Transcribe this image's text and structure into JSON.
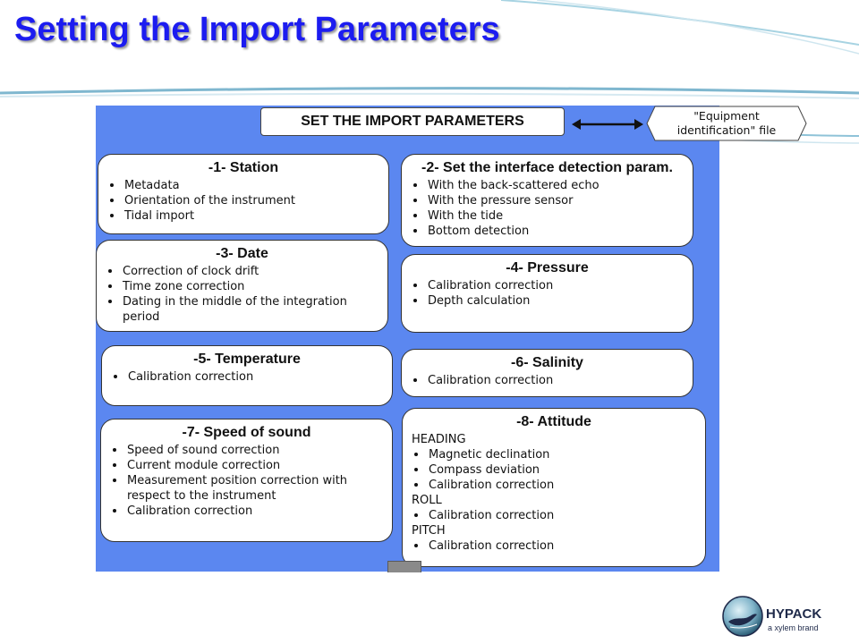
{
  "slide": {
    "title": "Setting the Import Parameters"
  },
  "diagram": {
    "header": "SET THE IMPORT PARAMETERS",
    "file_label_line1": "\"Equipment",
    "file_label_line2": "identification\" file",
    "boxes": [
      {
        "title": "-1- Station",
        "items": [
          "Metadata",
          "Orientation of the instrument",
          "Tidal import"
        ]
      },
      {
        "title": "-2- Set the interface detection param.",
        "items": [
          "With the back-scattered echo",
          "With the pressure sensor",
          "With the tide",
          "Bottom detection"
        ]
      },
      {
        "title": "-3- Date",
        "items": [
          "Correction of clock drift",
          "Time zone correction",
          "Dating in the middle of the integration period"
        ]
      },
      {
        "title": "-4- Pressure",
        "items": [
          "Calibration correction",
          "Depth calculation"
        ]
      },
      {
        "title": "-5- Temperature",
        "items": [
          "Calibration correction"
        ]
      },
      {
        "title": "-6- Salinity",
        "items": [
          "Calibration correction"
        ]
      },
      {
        "title": "-7- Speed of sound",
        "items": [
          "Speed of sound correction",
          "Current module correction",
          "Measurement position correction with respect to the instrument",
          "Calibration correction"
        ]
      },
      {
        "title": "-8- Attitude",
        "sections": [
          {
            "heading": "HEADING",
            "items": [
              "Magnetic declination",
              "Compass deviation",
              "Calibration correction"
            ]
          },
          {
            "heading": "ROLL",
            "items": [
              "Calibration correction"
            ]
          },
          {
            "heading": "PITCH",
            "items": [
              "Calibration correction"
            ]
          }
        ]
      }
    ]
  },
  "logo": {
    "name": "HYPACK",
    "tagline": "a xylem brand"
  },
  "colors": {
    "title": "#1c1cf0",
    "panel": "#5b87f0",
    "decor_line": "#8fc3d8"
  }
}
